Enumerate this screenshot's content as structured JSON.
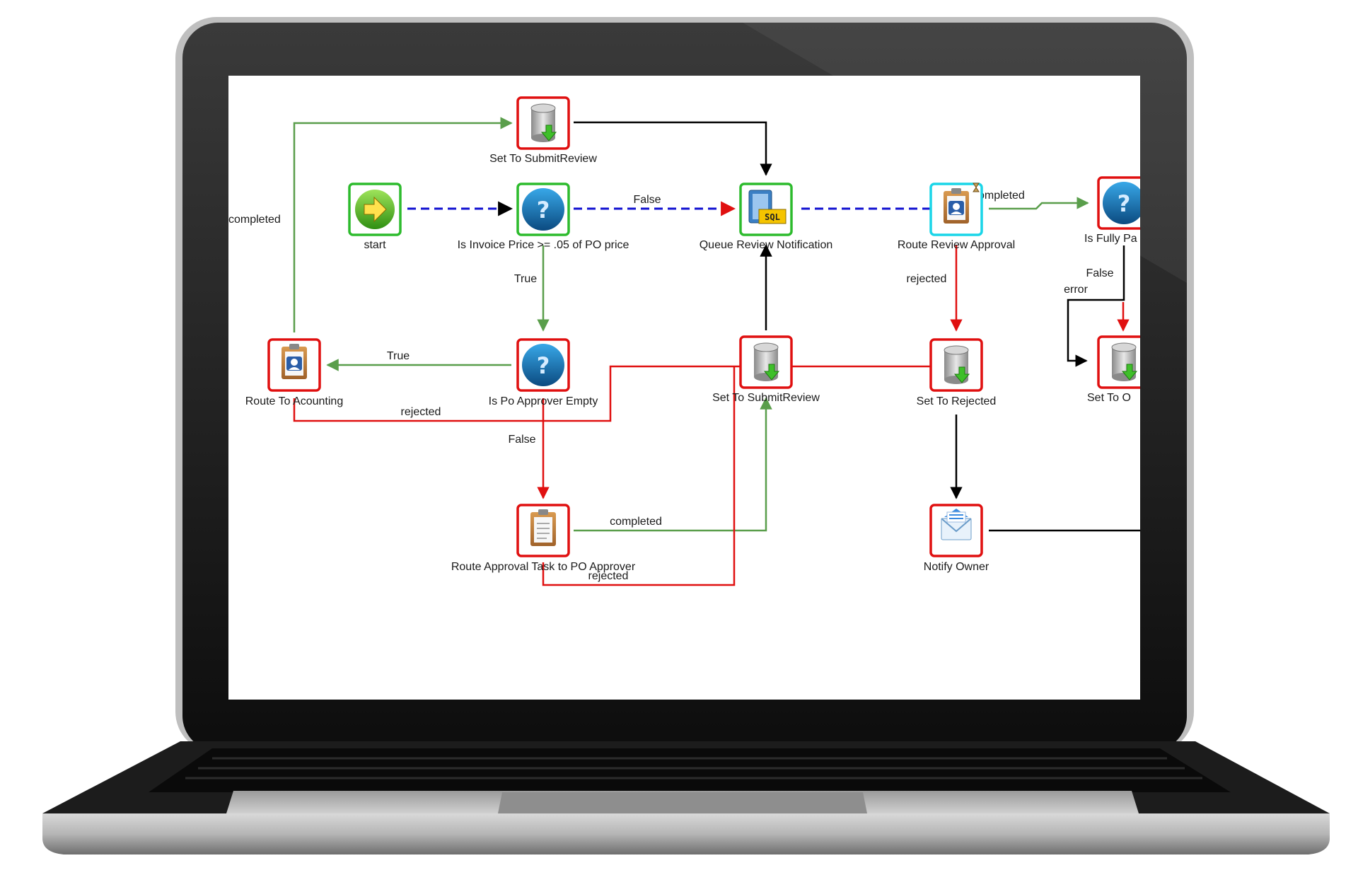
{
  "colors": {
    "flow_default": "#000000",
    "flow_true_completed": "#5a9e4b",
    "flow_rejected": "#e01010",
    "flow_dashed": "#1010d0",
    "node_border_red": "#e01010",
    "node_border_green": "#2dbb2d",
    "node_border_cyan": "#1ad5e8"
  },
  "nodes": [
    {
      "id": "start",
      "label": "start",
      "icon": "arrow-right-icon",
      "border": "green"
    },
    {
      "id": "is_invoice",
      "label": "Is Invoice Price >= .05 of PO price",
      "icon": "question-icon",
      "border": "green"
    },
    {
      "id": "queue_review",
      "label": "Queue Review Notification",
      "icon": "sql-icon",
      "border": "green"
    },
    {
      "id": "route_review",
      "label": "Route Review Approval",
      "icon": "clipboard-user-icon",
      "border": "cyan"
    },
    {
      "id": "is_fully",
      "label": "Is Fully Pa",
      "icon": "question-icon",
      "border": "red"
    },
    {
      "id": "set_submit_top",
      "label": "Set To SubmitReview",
      "icon": "database-icon",
      "border": "red"
    },
    {
      "id": "route_accounting",
      "label": "Route To Acounting",
      "icon": "clipboard-user-icon",
      "border": "red"
    },
    {
      "id": "is_po_empty",
      "label": "Is Po Approver Empty",
      "icon": "question-icon",
      "border": "red"
    },
    {
      "id": "set_submit_mid",
      "label": "Set To SubmitReview",
      "icon": "database-icon",
      "border": "red"
    },
    {
      "id": "set_rejected",
      "label": "Set To Rejected",
      "icon": "database-icon",
      "border": "red"
    },
    {
      "id": "set_to_o",
      "label": "Set To O",
      "icon": "database-icon",
      "border": "red"
    },
    {
      "id": "route_po_approver",
      "label": "Route Approval Task to PO Approver",
      "icon": "clipboard-icon",
      "border": "red"
    },
    {
      "id": "notify_owner",
      "label": "Notify Owner",
      "icon": "envelope-icon",
      "border": "red"
    }
  ],
  "edge_labels": {
    "false_1": "False",
    "completed_left": "completed",
    "completed_review": "completed",
    "true_down": "True",
    "true_left": "True",
    "rejected_left": "rejected",
    "false_down": "False",
    "completed_bottom": "completed",
    "rejected_bottom": "rejected",
    "rejected_review": "rejected",
    "false_right": "False",
    "error_right": "error"
  }
}
